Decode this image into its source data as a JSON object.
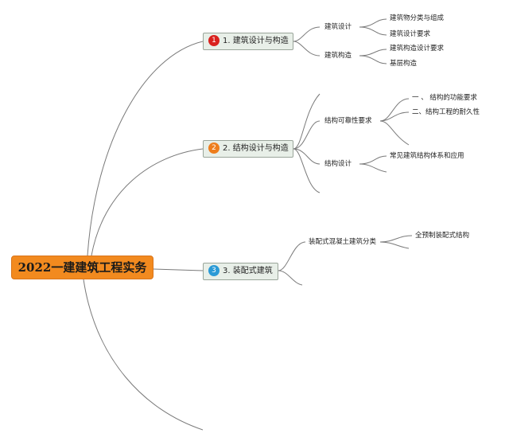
{
  "root": {
    "label": "2022一建建筑工程实务"
  },
  "topics": [
    {
      "badge": "1",
      "badge_color": "#d9211e",
      "label": "1. 建筑设计与构造",
      "children": [
        {
          "label": "建筑设计",
          "children": [
            "建筑物分类与组成",
            "建筑设计要求"
          ]
        },
        {
          "label": "建筑构造",
          "children": [
            "建筑构造设计要求",
            "基层构造"
          ]
        }
      ]
    },
    {
      "badge": "2",
      "badge_color": "#ee7d1c",
      "label": "2. 结构设计与构造",
      "children": [
        {
          "label": "结构可靠性要求",
          "children": [
            "一 、 结构的功能要求",
            "二、结构工程的耐久性"
          ]
        },
        {
          "label": "结构设计",
          "children": [
            "常见建筑结构体系和应用"
          ]
        }
      ]
    },
    {
      "badge": "3",
      "badge_color": "#2b9ad6",
      "label": "3. 装配式建筑",
      "children": [
        {
          "label": "装配式混凝土建筑分类",
          "children": [
            "全预制装配式结构"
          ]
        }
      ]
    }
  ]
}
